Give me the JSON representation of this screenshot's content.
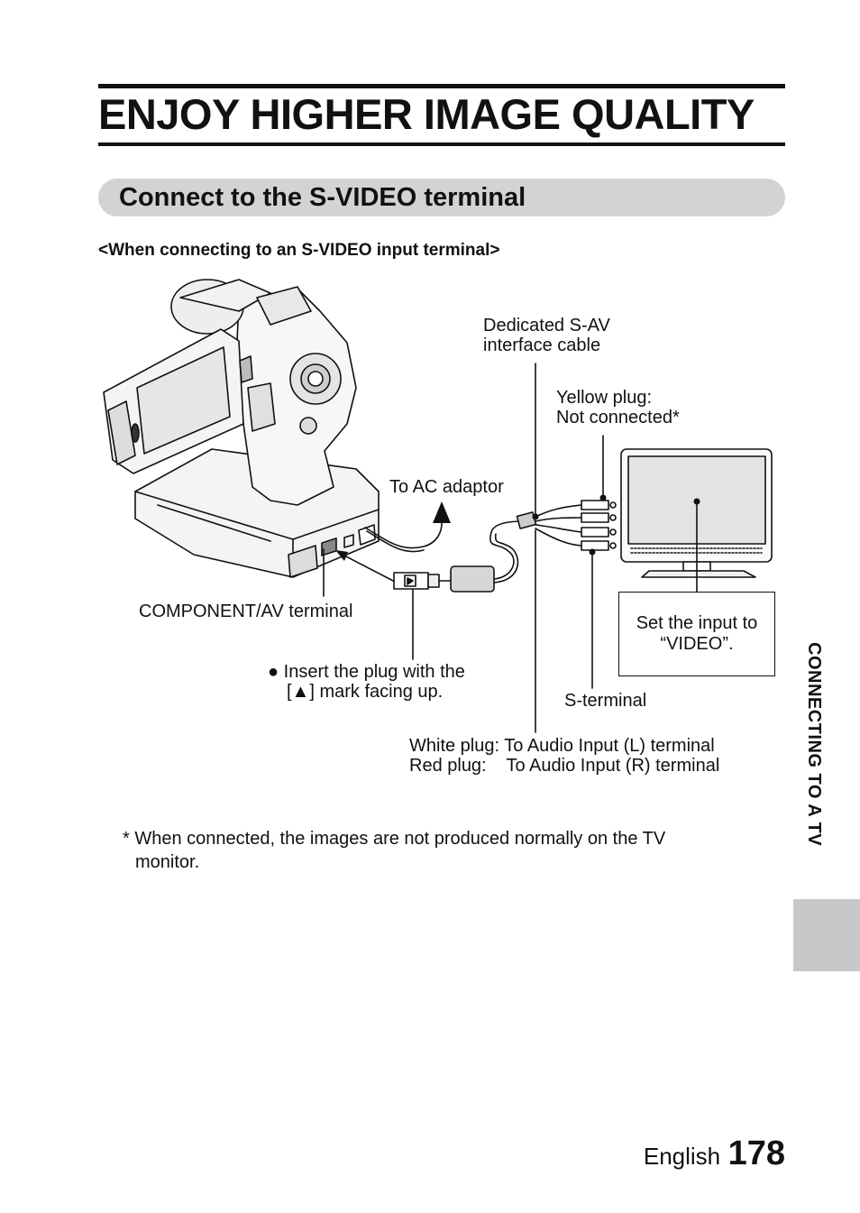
{
  "page": {
    "title": "ENJOY HIGHER IMAGE QUALITY",
    "section_title": "Connect to the S-VIDEO terminal",
    "subheading": "<When connecting to an S-VIDEO input terminal>"
  },
  "diagram": {
    "labels": {
      "cable_line1": "Dedicated S-AV",
      "cable_line2": "interface cable",
      "yellow_line1": "Yellow plug:",
      "yellow_line2": "Not connected*",
      "ac_adaptor": "To AC adaptor",
      "component_terminal": "COMPONENT/AV terminal",
      "insert_line1": "● Insert the plug with the",
      "insert_line2": "[▲] mark facing up.",
      "s_terminal": "S-terminal",
      "white_plug": "White plug: To Audio Input (L) terminal",
      "red_plug": "Red plug:    To Audio Input (R) terminal",
      "tv_input_line1": "Set the input to",
      "tv_input_line2": "“VIDEO”."
    }
  },
  "footnote": {
    "line1": "* When connected, the images are not produced normally on the TV",
    "line2": "monitor."
  },
  "side_tab": {
    "text": "CONNECTING TO A TV"
  },
  "footer": {
    "language": "English",
    "page_number": "178"
  }
}
